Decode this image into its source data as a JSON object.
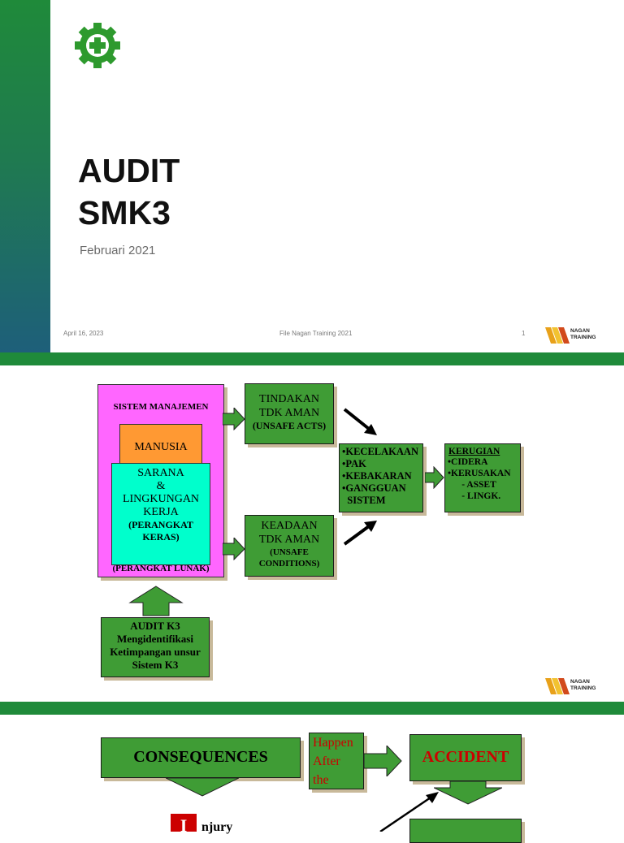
{
  "slide1": {
    "title": "AUDIT\nSMK3",
    "subtitle": "Februari 2021",
    "footer_date": "April 16, 2023",
    "footer_file": "File Nagan Training 2021",
    "footer_page": "1",
    "logo_line1": "NAGAN",
    "logo_line2": "TRAINING",
    "colors": {
      "bar_top": "#1f8a3a",
      "bar_bottom": "#1e5f7a",
      "gear": "#2e9a2e"
    }
  },
  "slide2": {
    "sistem_manajemen": "SISTEM MANAJEMEN",
    "manusia": "MANUSIA",
    "sarana_main": "SARANA\n&\nLINGKUNGAN\nKERJA",
    "sarana_sub": "(PERANGKAT\nKERAS)",
    "perangkat_lunak": "(PERANGKAT LUNAK)",
    "tindakan_main": "TINDAKAN\nTDK AMAN",
    "tindakan_sub": "(UNSAFE ACTS)",
    "keadaan_main": "KEADAAN\nTDK AMAN",
    "keadaan_sub": "(UNSAFE\nCONDITIONS)",
    "kecelakaan_list": "•KECELAKAAN\n•PAK\n•KEBAKARAN\n•GANGGUAN\n  SISTEM",
    "kerugian_title": "KERUGIAN",
    "kerugian_list": "•CIDERA\n•KERUSAKAN\n      - ASSET\n      - LINGK.",
    "audit_text": "AUDIT K3\nMengidentifikasi\nKetimpangan unsur\nSistem K3",
    "colors": {
      "box_green": "#3f9c35",
      "magenta": "#ff66ff",
      "orange": "#ff9933",
      "cyan": "#00ffcc"
    }
  },
  "slide3": {
    "consequences": "CONSEQUENCES",
    "happen": "Happen\nAfter\nthe",
    "accident": "ACCIDENT",
    "injury_initial": "I",
    "injury_rest": "njury",
    "colors": {
      "red": "#cc0000"
    }
  }
}
